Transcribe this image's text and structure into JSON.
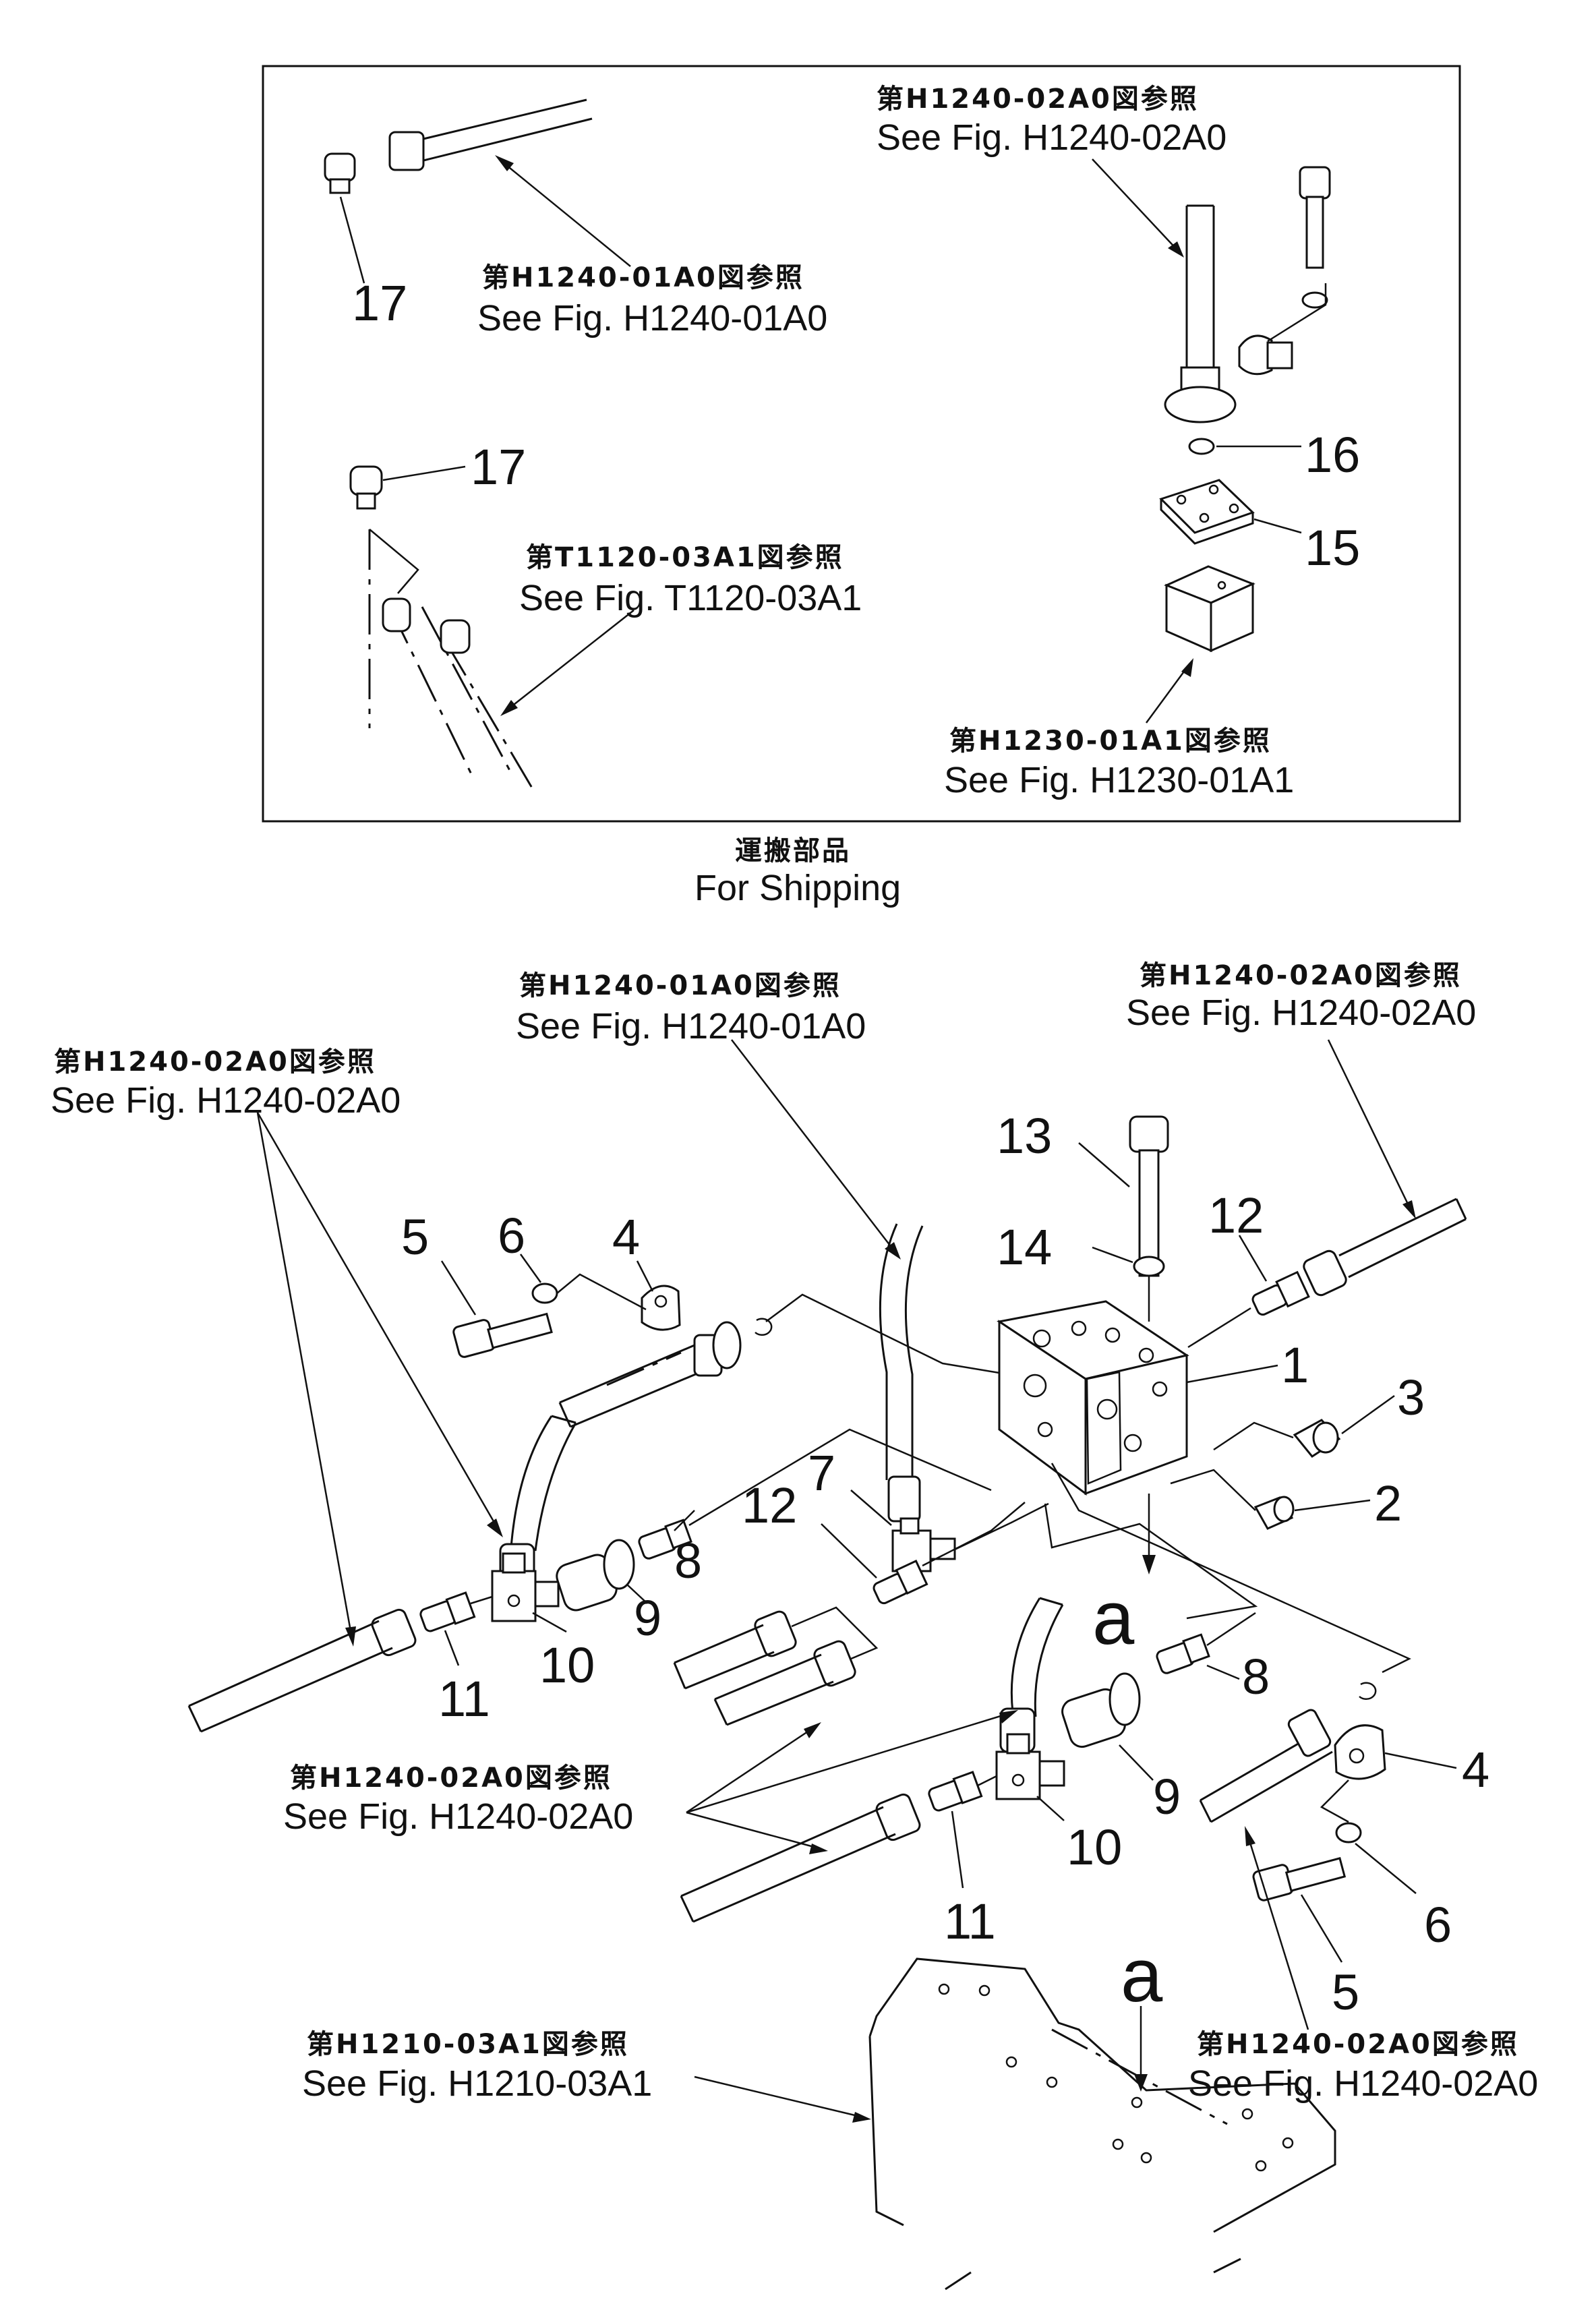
{
  "inset": {
    "label_jp": "運搬部品",
    "label_en": "For Shipping"
  },
  "refs": [
    {
      "jp": "第H1240-02A0図参照",
      "en": "See Fig. H1240-02A0"
    },
    {
      "jp": "第H1240-01A0図参照",
      "en": "See Fig. H1240-01A0"
    },
    {
      "jp": "第T1120-03A1図参照",
      "en": "See Fig. T1120-03A1"
    },
    {
      "jp": "第H1230-01A1図参照",
      "en": "See Fig. H1230-01A1"
    },
    {
      "jp": "第H1240-01A0図参照",
      "en": "See Fig. H1240-01A0"
    },
    {
      "jp": "第H1240-02A0図参照",
      "en": "See Fig. H1240-02A0"
    },
    {
      "jp": "第H1240-02A0図参照",
      "en": "See Fig. H1240-02A0"
    },
    {
      "jp": "第H1240-02A0図参照",
      "en": "See Fig. H1240-02A0"
    },
    {
      "jp": "第H1210-03A1図参照",
      "en": "See Fig. H1210-03A1"
    },
    {
      "jp": "第H1240-02A0図参照",
      "en": "See Fig. H1240-02A0"
    }
  ],
  "part_numbers": [
    "17",
    "17",
    "16",
    "15",
    "13",
    "12",
    "14",
    "1",
    "3",
    "2",
    "5",
    "6",
    "4",
    "7",
    "12",
    "8",
    "9",
    "10",
    "11",
    "8",
    "4",
    "9",
    "10",
    "6",
    "11",
    "5"
  ],
  "section_marks": [
    "a",
    "a"
  ]
}
